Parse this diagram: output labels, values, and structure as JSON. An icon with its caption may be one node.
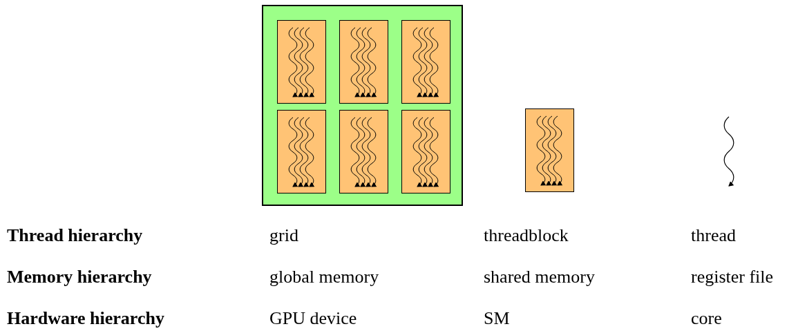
{
  "diagram": {
    "nodes": [
      {
        "text": [],
        "shape": "box"
      },
      {
        "text": [],
        "shape": "box",
        "in": 0
      },
      {
        "text": [],
        "shape": "box",
        "in": 0
      },
      {
        "text": [],
        "shape": "box",
        "in": 0
      },
      {
        "text": [],
        "shape": "box",
        "in": 0
      },
      {
        "text": [],
        "shape": "box",
        "in": 0
      },
      {
        "text": [],
        "shape": "box",
        "in": 0
      },
      {
        "text": [],
        "shape": "box"
      }
    ],
    "labels": [
      "Thread hierarchy",
      "grid",
      "threadblock",
      "thread",
      "Memory hierarchy",
      "global memory",
      "shared memory",
      "register file",
      "Hardware hierarchy",
      "GPU device",
      "SM",
      "core"
    ]
  }
}
